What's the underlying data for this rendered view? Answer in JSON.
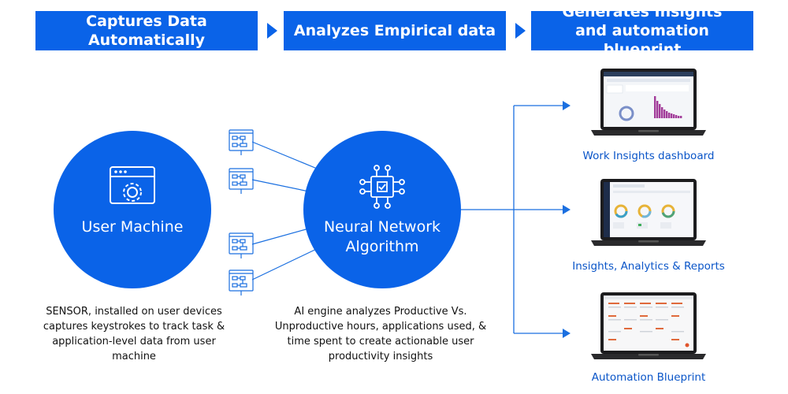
{
  "stages": [
    {
      "label": "Captures Data Automatically"
    },
    {
      "label": "Analyzes Empirical data"
    },
    {
      "label": "Generates Insights and automation blueprint"
    }
  ],
  "nodes": {
    "user_machine": {
      "label": "User Machine",
      "icon": "browser-gear-icon"
    },
    "neural_network": {
      "label": "Neural Network Algorithm",
      "icon": "chip-network-icon"
    }
  },
  "captions": {
    "sensor": "SENSOR, installed on user devices captures keystrokes to track task & application-level data from user machine",
    "ai_engine": "AI engine analyzes Productive Vs. Unproductive hours, applications used, & time spent to create actionable user productivity insights"
  },
  "outputs": [
    {
      "label": "Work Insights dashboard"
    },
    {
      "label": "Insights, Analytics & Reports"
    },
    {
      "label": "Automation Blueprint"
    }
  ],
  "colors": {
    "brand": "#0a63e8",
    "line": "#1a6fe0",
    "output_text": "#0a55c8"
  }
}
